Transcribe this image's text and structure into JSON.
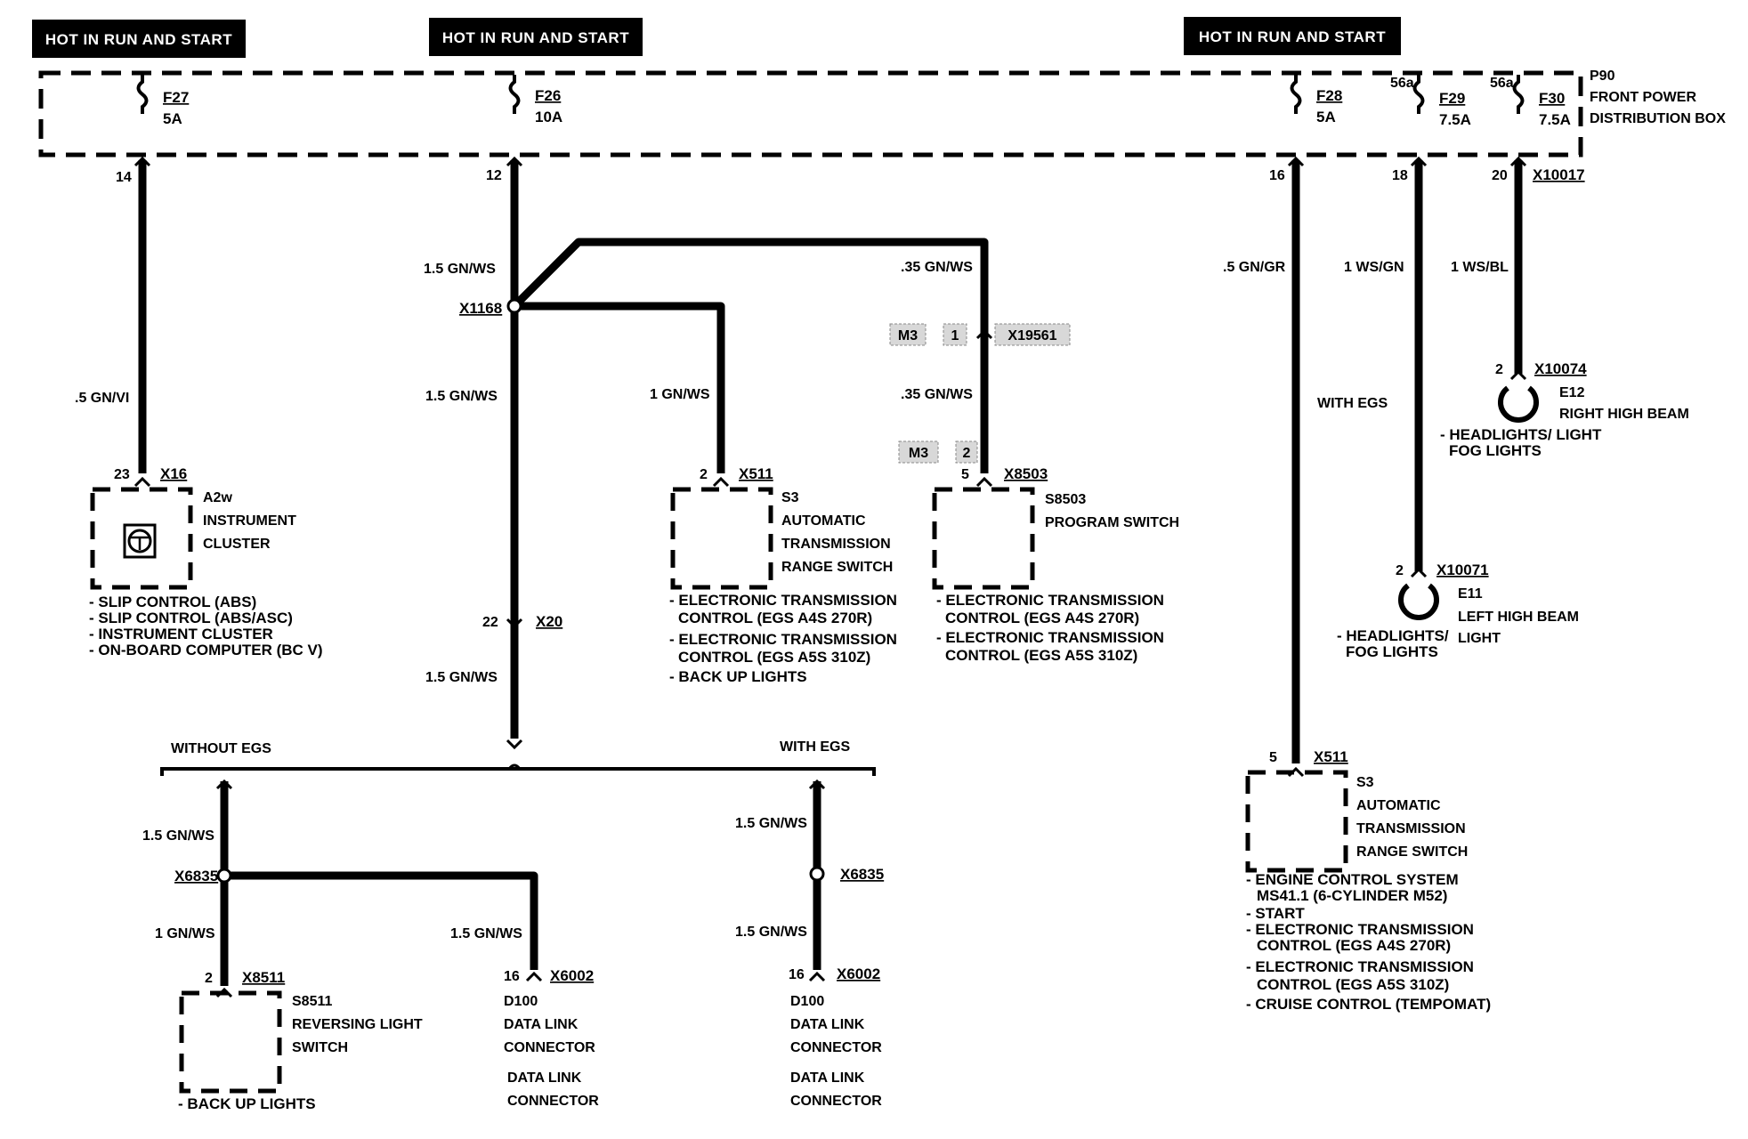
{
  "headers": [
    "HOT IN RUN AND START",
    "HOT IN RUN AND START",
    "HOT IN RUN AND START"
  ],
  "fuse_box": {
    "id": "P90",
    "name_line1": "FRONT POWER",
    "name_line2": "DISTRIBUTION BOX",
    "fuses": [
      {
        "id": "F27",
        "rating": "5A",
        "pin": "14"
      },
      {
        "id": "F26",
        "rating": "10A",
        "pin": "12"
      },
      {
        "id": "F28",
        "rating": "5A",
        "pin": "16"
      },
      {
        "id": "F29",
        "rating": "7.5A",
        "pin": "18",
        "tag": "56a"
      },
      {
        "id": "F30",
        "rating": "7.5A",
        "pin": "20",
        "tag": "56a",
        "connector": "X10017"
      }
    ]
  },
  "wires": {
    "w1": ".5 GN/VI",
    "w2a": "1.5 GN/WS",
    "w2b": "1.5 GN/WS",
    "w2c": "1.5 GN/WS",
    "w2d": "1 GN/WS",
    "w2e": ".35 GN/WS",
    "w2f": ".35 GN/WS",
    "w3": ".5 GN/GR",
    "w4": "1 WS/GN",
    "w5": "1 WS/BL",
    "w6": "1.5 GN/WS",
    "w7": "1 GN/WS",
    "w8": "1.5 GN/WS",
    "w9": "1.5 GN/WS",
    "w10": "1.5 GN/WS",
    "with_egs_side": "WITH EGS"
  },
  "splices": {
    "x1168": "X1168",
    "x20_pin": "22",
    "x20": "X20",
    "x6835a": "X6835",
    "x6835b": "X6835"
  },
  "inline_conn": {
    "m3a": "M3",
    "pin1": "1",
    "x19561": "X19561",
    "m3b": "M3",
    "pin2": "2"
  },
  "branch": {
    "without": "WITHOUT EGS",
    "with": "WITH EGS"
  },
  "components": {
    "a2w": {
      "pin": "23",
      "conn": "X16",
      "id": "A2w",
      "line1": "INSTRUMENT",
      "line2": "CLUSTER",
      "notes": [
        "- SLIP CONTROL (ABS)",
        "- SLIP CONTROL (ABS/ASC)",
        "- INSTRUMENT CLUSTER",
        "- ON-BOARD COMPUTER (BC V)"
      ]
    },
    "s3a": {
      "pin": "2",
      "conn": "X511",
      "id": "S3",
      "line1": "AUTOMATIC",
      "line2": "TRANSMISSION",
      "line3": "RANGE SWITCH",
      "notes": [
        "- ELECTRONIC TRANSMISSION",
        "CONTROL (EGS A4S 270R)",
        "- ELECTRONIC TRANSMISSION",
        "CONTROL (EGS A5S 310Z)",
        "- BACK UP LIGHTS"
      ]
    },
    "s8503": {
      "pin": "5",
      "conn": "X8503",
      "id": "S8503",
      "line1": "PROGRAM SWITCH",
      "notes": [
        "- ELECTRONIC TRANSMISSION",
        "CONTROL (EGS A4S 270R)",
        "- ELECTRONIC TRANSMISSION",
        "CONTROL (EGS A5S 310Z)"
      ]
    },
    "e12": {
      "pin": "2",
      "conn": "X10074",
      "id": "E12",
      "line1": "RIGHT HIGH BEAM",
      "note1": "- HEADLIGHTS/ LIGHT",
      "note2": "FOG LIGHTS"
    },
    "e11": {
      "pin": "2",
      "conn": "X10071",
      "id": "E11",
      "line1": "LEFT HIGH BEAM",
      "note1": "- HEADLIGHTS/",
      "note1b": "LIGHT",
      "note2": "FOG LIGHTS"
    },
    "s3b": {
      "pin": "5",
      "conn": "X511",
      "id": "S3",
      "line1": "AUTOMATIC",
      "line2": "TRANSMISSION",
      "line3": "RANGE SWITCH",
      "notes": [
        "- ENGINE CONTROL SYSTEM",
        "MS41.1 (6-CYLINDER M52)",
        "- START",
        "- ELECTRONIC TRANSMISSION",
        "CONTROL (EGS A4S 270R)",
        "- ELECTRONIC TRANSMISSION",
        "CONTROL (EGS A5S 310Z)",
        "- CRUISE CONTROL (TEMPOMAT)"
      ]
    },
    "s8511": {
      "pin": "2",
      "conn": "X8511",
      "id": "S8511",
      "line1": "REVERSING LIGHT",
      "line2": "SWITCH",
      "note": "- BACK UP LIGHTS"
    },
    "d100a": {
      "pin": "16",
      "conn": "X6002",
      "id": "D100",
      "line1": "DATA LINK",
      "line2": "CONNECTOR",
      "line3": "DATA LINK",
      "line4": "CONNECTOR"
    },
    "d100b": {
      "pin": "16",
      "conn": "X6002",
      "id": "D100",
      "line1": "DATA LINK",
      "line2": "CONNECTOR",
      "line3": "DATA LINK",
      "line4": "CONNECTOR"
    }
  }
}
